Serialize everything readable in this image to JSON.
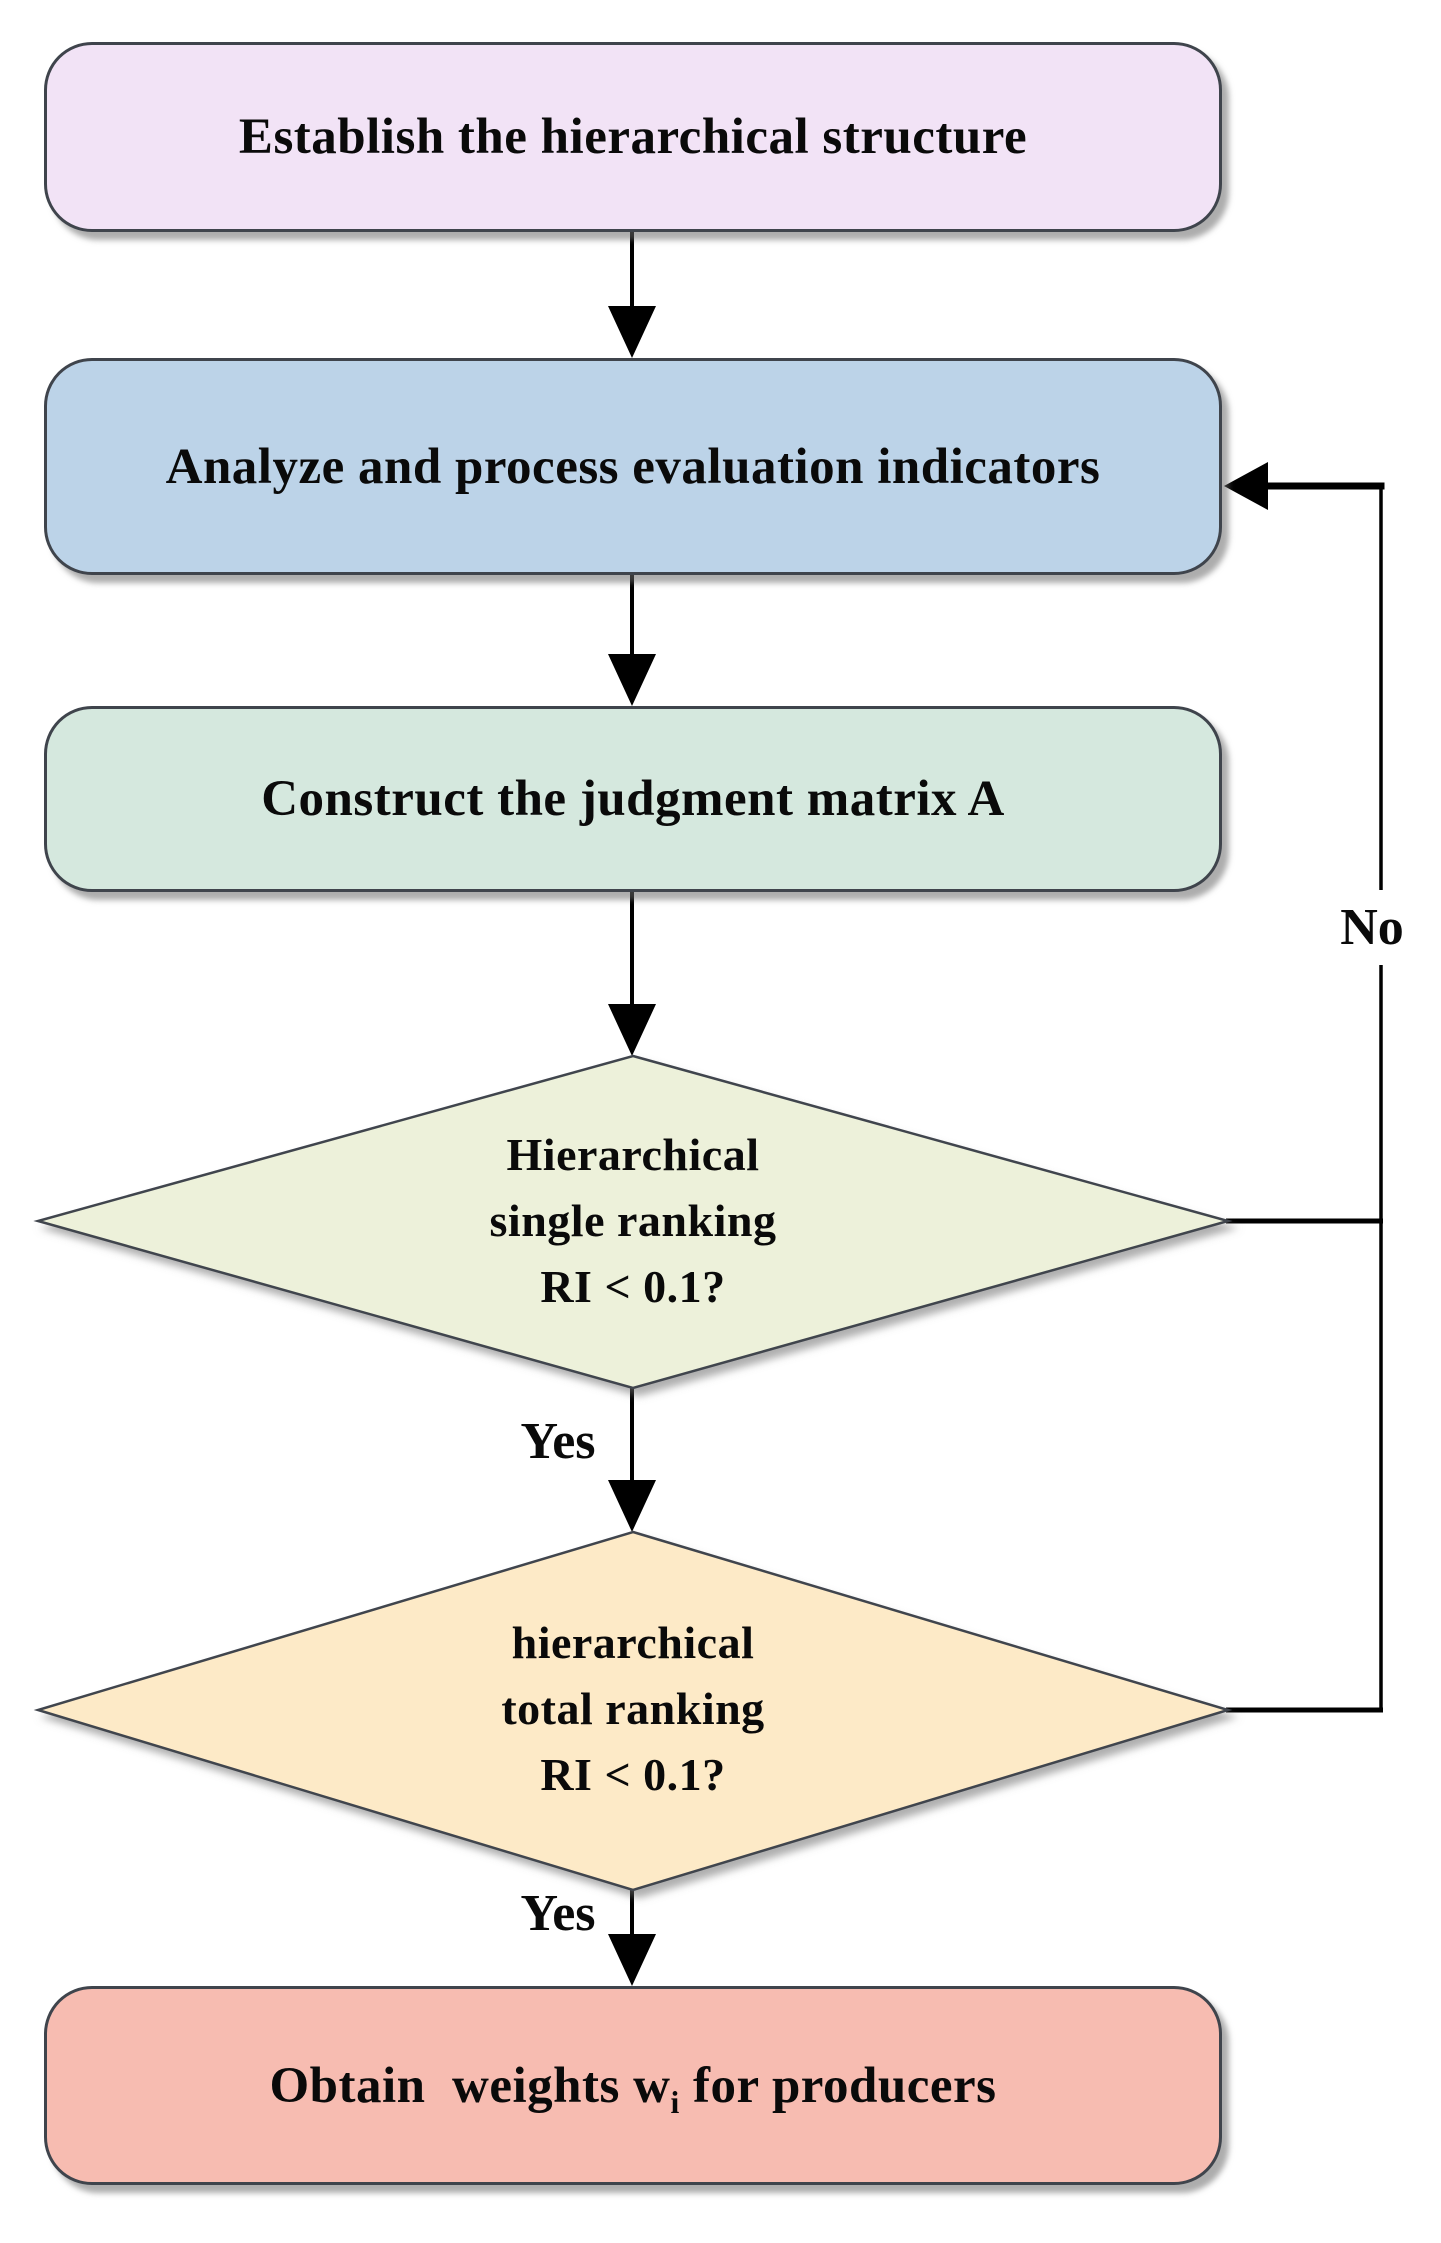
{
  "figure": {
    "title": "AHP weighting flowchart"
  },
  "colors": {
    "establish_fill": "#f2e3f6",
    "analyze_fill": "#bcd3e8",
    "construct_fill": "#d5e8de",
    "single_fill": "#edf1da",
    "total_fill": "#fdeac7",
    "obtain_fill": "#f7bcb1",
    "node_stroke": "#3f444c",
    "connector": "#000000"
  },
  "nodes": {
    "establish": {
      "label": "Establish the hierarchical structure"
    },
    "analyze": {
      "label": "Analyze and process evaluation indicators"
    },
    "construct": {
      "label": "Construct the judgment matrix A"
    },
    "single": {
      "line1": "Hierarchical",
      "line2": "single ranking",
      "line3": "RI < 0.1?"
    },
    "total": {
      "line1": "hierarchical",
      "line2": "total ranking",
      "line3": "RI < 0.1?"
    },
    "obtain": {
      "text_before_sub": "Obtain  weights w",
      "subscript": "i",
      "text_after_sub": " for producers"
    }
  },
  "edge_labels": {
    "yes_single": "Yes",
    "yes_total": "Yes",
    "no": "No"
  }
}
